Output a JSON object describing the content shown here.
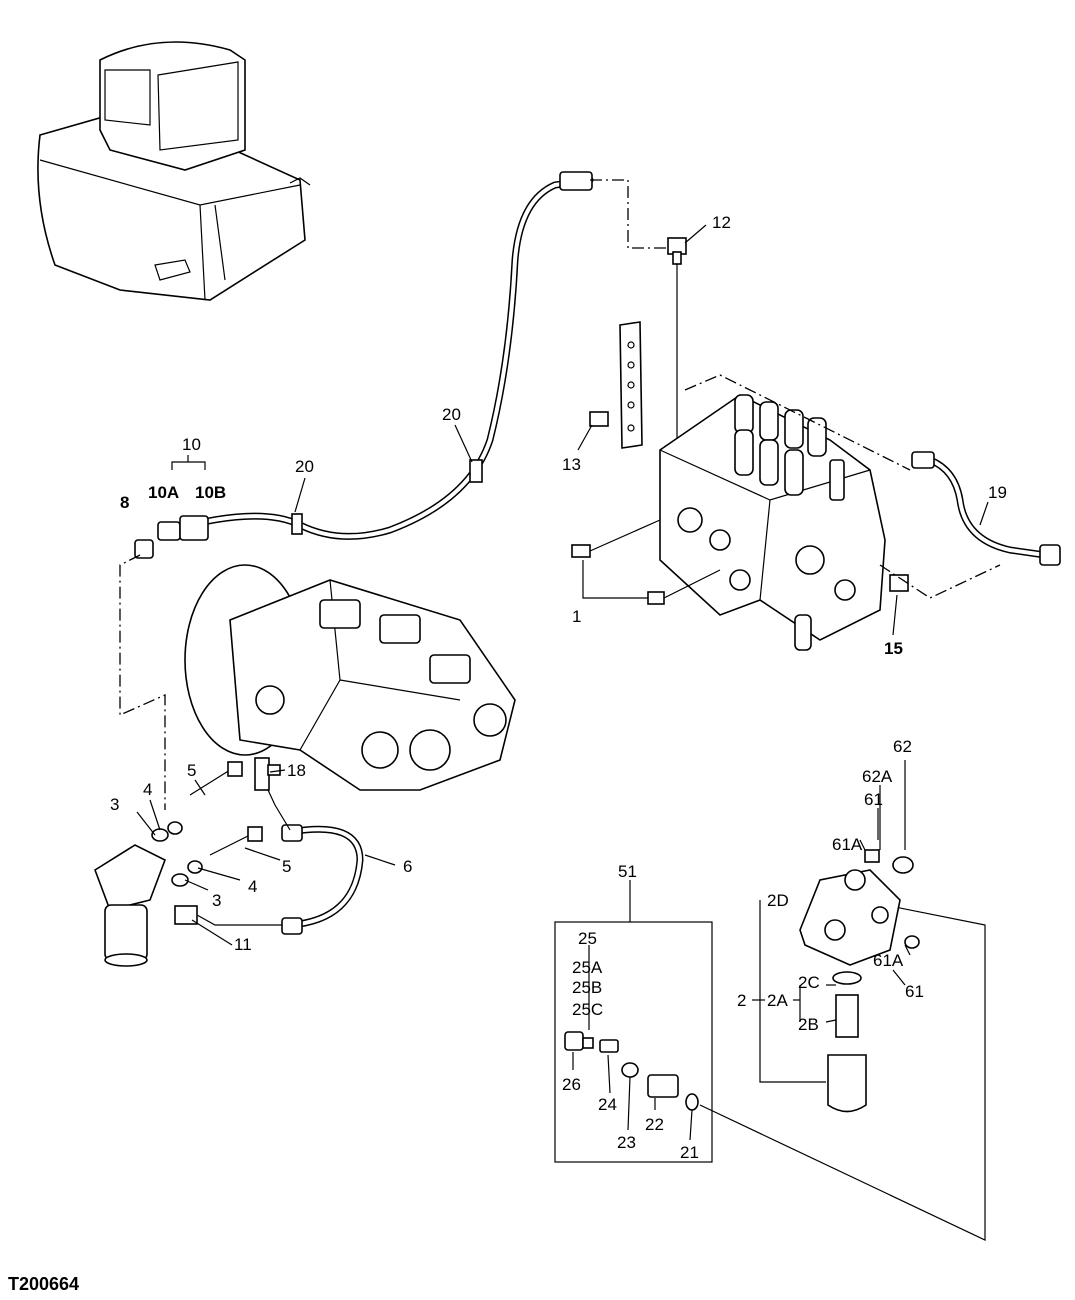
{
  "figure_id": "T200664",
  "callouts": {
    "c1": "1",
    "c2": "2",
    "c2A": "2A",
    "c2B": "2B",
    "c2C": "2C",
    "c2D": "2D",
    "c3a": "3",
    "c3b": "3",
    "c4a": "4",
    "c4b": "4",
    "c5a": "5",
    "c5b": "5",
    "c6": "6",
    "c8": "8",
    "c10": "10",
    "c10A": "10A",
    "c10B": "10B",
    "c11": "11",
    "c12": "12",
    "c13": "13",
    "c15": "15",
    "c18": "18",
    "c19": "19",
    "c20a": "20",
    "c20b": "20",
    "c21": "21",
    "c22": "22",
    "c23": "23",
    "c24": "24",
    "c25": "25",
    "c25A": "25A",
    "c25B": "25B",
    "c25C": "25C",
    "c26": "26",
    "c51": "51",
    "c61a": "61",
    "c61b": "61",
    "c61Aa": "61A",
    "c61Ab": "61A",
    "c62": "62",
    "c62A": "62A"
  }
}
